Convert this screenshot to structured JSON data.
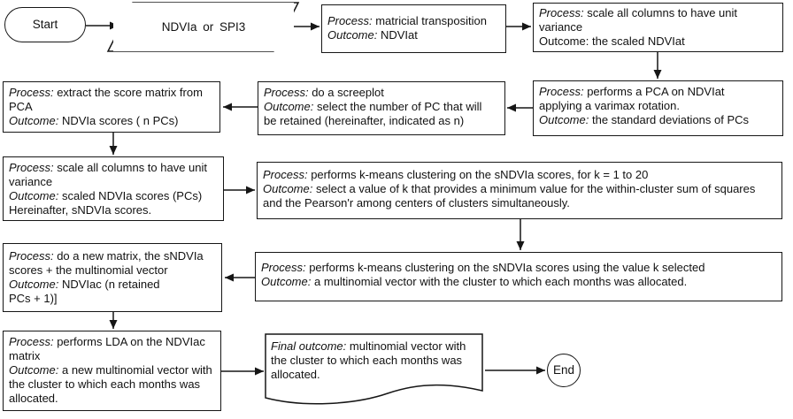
{
  "colors": {
    "stroke": "#161616",
    "text": "#111111",
    "background": "#ffffff"
  },
  "labels": {
    "process": "Process:",
    "outcome": "Outcome:",
    "final_outcome": "Final outcome:"
  },
  "terminators": {
    "start": "Start",
    "end": "End"
  },
  "nodes": {
    "input": {
      "text": "NDVIa or SPI3"
    },
    "transpose": {
      "process": "matricial transposition",
      "outcome": "NDVIat"
    },
    "scale_ndviat": {
      "process": "scale all columns to have unit\nvariance",
      "outcome": "the scaled NDVIat"
    },
    "pca": {
      "process": "performs a PCA on NDVIat\napplying a varimax rotation.",
      "outcome": "the standard deviations of PCs"
    },
    "screeplot": {
      "process": "do a screeplot",
      "outcome": "select the number of PC that will\nbe retained (hereinafter, indicated as n)"
    },
    "extract": {
      "process": "extract the score matrix from\nPCA",
      "outcome": "NDVIa scores ( n PCs)"
    },
    "scale_scores": {
      "process": "scale all columns to have unit\nvariance",
      "outcome": "scaled NDVIa scores (PCs)\nHereinafter, sNDVIa scores."
    },
    "kmeans_explore": {
      "process": "performs k-means clustering on the sNDVIa scores, for k = 1 to 20",
      "outcome": "select a value of k that provides a minimum value for the within-cluster sum of squares\nand the Pearson'r among centers of clusters simultaneously."
    },
    "kmeans_final": {
      "process": "performs k-means clustering on the sNDVIa scores using the value k selected",
      "outcome": "a multinomial vector with the cluster to which each months was allocated."
    },
    "matrix": {
      "process": "do a new matrix, the sNDVIa\nscores + the multinomial vector",
      "outcome": "NDVIac (n retained\nPCs + 1)]"
    },
    "lda": {
      "process": "performs LDA on the NDVIac\nmatrix",
      "outcome": "a new multinomial vector with\nthe cluster to which each months was\nallocated."
    },
    "final_output": {
      "text": "multinomial vector with\nthe cluster to which each months was\nallocated."
    }
  }
}
